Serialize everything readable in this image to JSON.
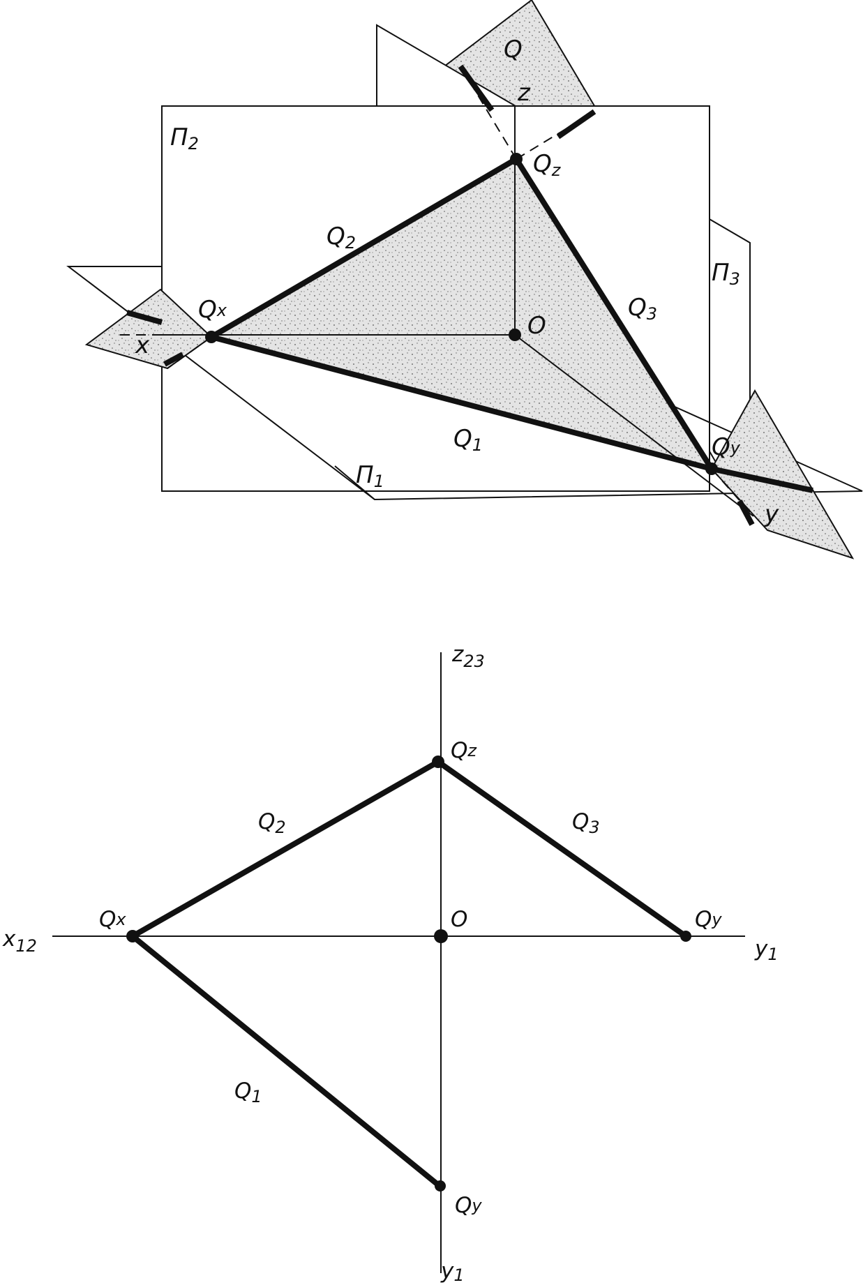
{
  "colors": {
    "ink": "#111111",
    "paper": "#ffffff",
    "shade": "#d9d9d9"
  },
  "axonometric": {
    "plane_q": "Q",
    "plane_p2": {
      "main": "Π",
      "sub": "2"
    },
    "plane_p3": {
      "main": "Π",
      "sub": "3"
    },
    "plane_p1": {
      "main": "Π",
      "sub": "1"
    },
    "axis_z": "z",
    "axis_x": "x",
    "axis_y": "y",
    "origin": "O",
    "trace_q1": {
      "main": "Q",
      "sub": "1"
    },
    "trace_q2": {
      "main": "Q",
      "sub": "2"
    },
    "trace_q3": {
      "main": "Q",
      "sub": "3"
    },
    "point_qx": {
      "main": "Q",
      "sub": "x"
    },
    "point_qy": {
      "main": "Q",
      "sub": "y"
    },
    "point_qz": {
      "main": "Q",
      "sub": "z"
    }
  },
  "epure": {
    "axis_z23": {
      "main": "z",
      "sub": "23"
    },
    "axis_x12": {
      "main": "x",
      "sub": "12"
    },
    "axis_y1_right": {
      "main": "y",
      "sub": "1"
    },
    "axis_y1_bottom": {
      "main": "y",
      "sub": "1"
    },
    "origin": "O",
    "point_qz": {
      "main": "Q",
      "sub": "z"
    },
    "point_qx": {
      "main": "Q",
      "sub": "x"
    },
    "point_qy_right": {
      "main": "Q",
      "sub": "y"
    },
    "point_qy_bottom": {
      "main": "Q",
      "sub": "y"
    },
    "trace_q1": {
      "main": "Q",
      "sub": "1"
    },
    "trace_q2": {
      "main": "Q",
      "sub": "2"
    },
    "trace_q3": {
      "main": "Q",
      "sub": "3"
    }
  }
}
